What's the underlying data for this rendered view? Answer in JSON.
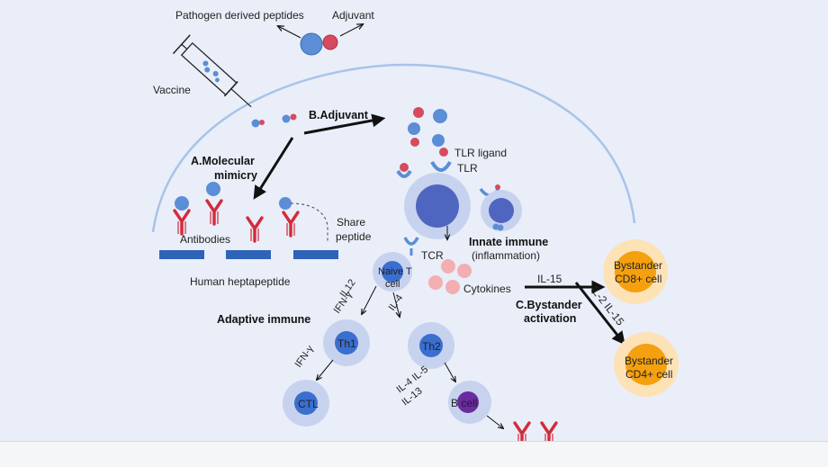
{
  "labels": {
    "pathogen_peptides": "Pathogen derived peptides",
    "adjuvant": "Adjuvant",
    "vaccine": "Vaccine",
    "b_adjuvant": "B.Adjuvant",
    "a_molecular": "A.Molecular",
    "a_mimicry": "mimicry",
    "tlr_ligand": "TLR ligand",
    "tlr": "TLR",
    "share": "Share",
    "peptide": "peptide",
    "antibodies": "Antibodies",
    "human_heptapeptide": "Human heptapeptide",
    "tcr": "TCR",
    "innate_immune": "Innate immune",
    "inflammation": "(inflammation)",
    "naive_t_1": "Naive T",
    "naive_t_2": "cell",
    "cytokines": "Cytokines",
    "il15": "IL-15",
    "il2_il15": "IL-2 IL-15",
    "c_bystander": "C.Bystander",
    "activation": "activation",
    "bystander_cd8_1": "Bystander",
    "bystander_cd8_2": "CD8+ cell",
    "bystander_cd4_1": "Bystander",
    "bystander_cd4_2": "CD4+  cell",
    "il12": "IL12",
    "ifn_gamma_1": "IFN-γ",
    "il4_1": "IL-4",
    "adaptive_immune": "Adaptive immune",
    "th1": "Th1",
    "th2": "Th2",
    "ifn_gamma_2": "IFN-γ",
    "il4_il5": "IL-4 IL-5",
    "il13": "IL-13",
    "ctl": "CTL",
    "b_cell": "B cell"
  },
  "colors": {
    "background": "#e9eef8",
    "membrane": "#a9c3e8",
    "peptide_blue": "#5b8ed6",
    "adjuvant_red": "#d64a5e",
    "antibody_red": "#d42a3a",
    "heptapeptide_bar": "#2f63b8",
    "cell_dark": "#4f66c0",
    "cell_halo": "#c7d3ee",
    "cytokine_pink": "#f3aeb1",
    "bystander_orange": "#f5a00f",
    "bystander_halo": "#fde2b6",
    "b_cell_purple": "#6a2aa0"
  }
}
